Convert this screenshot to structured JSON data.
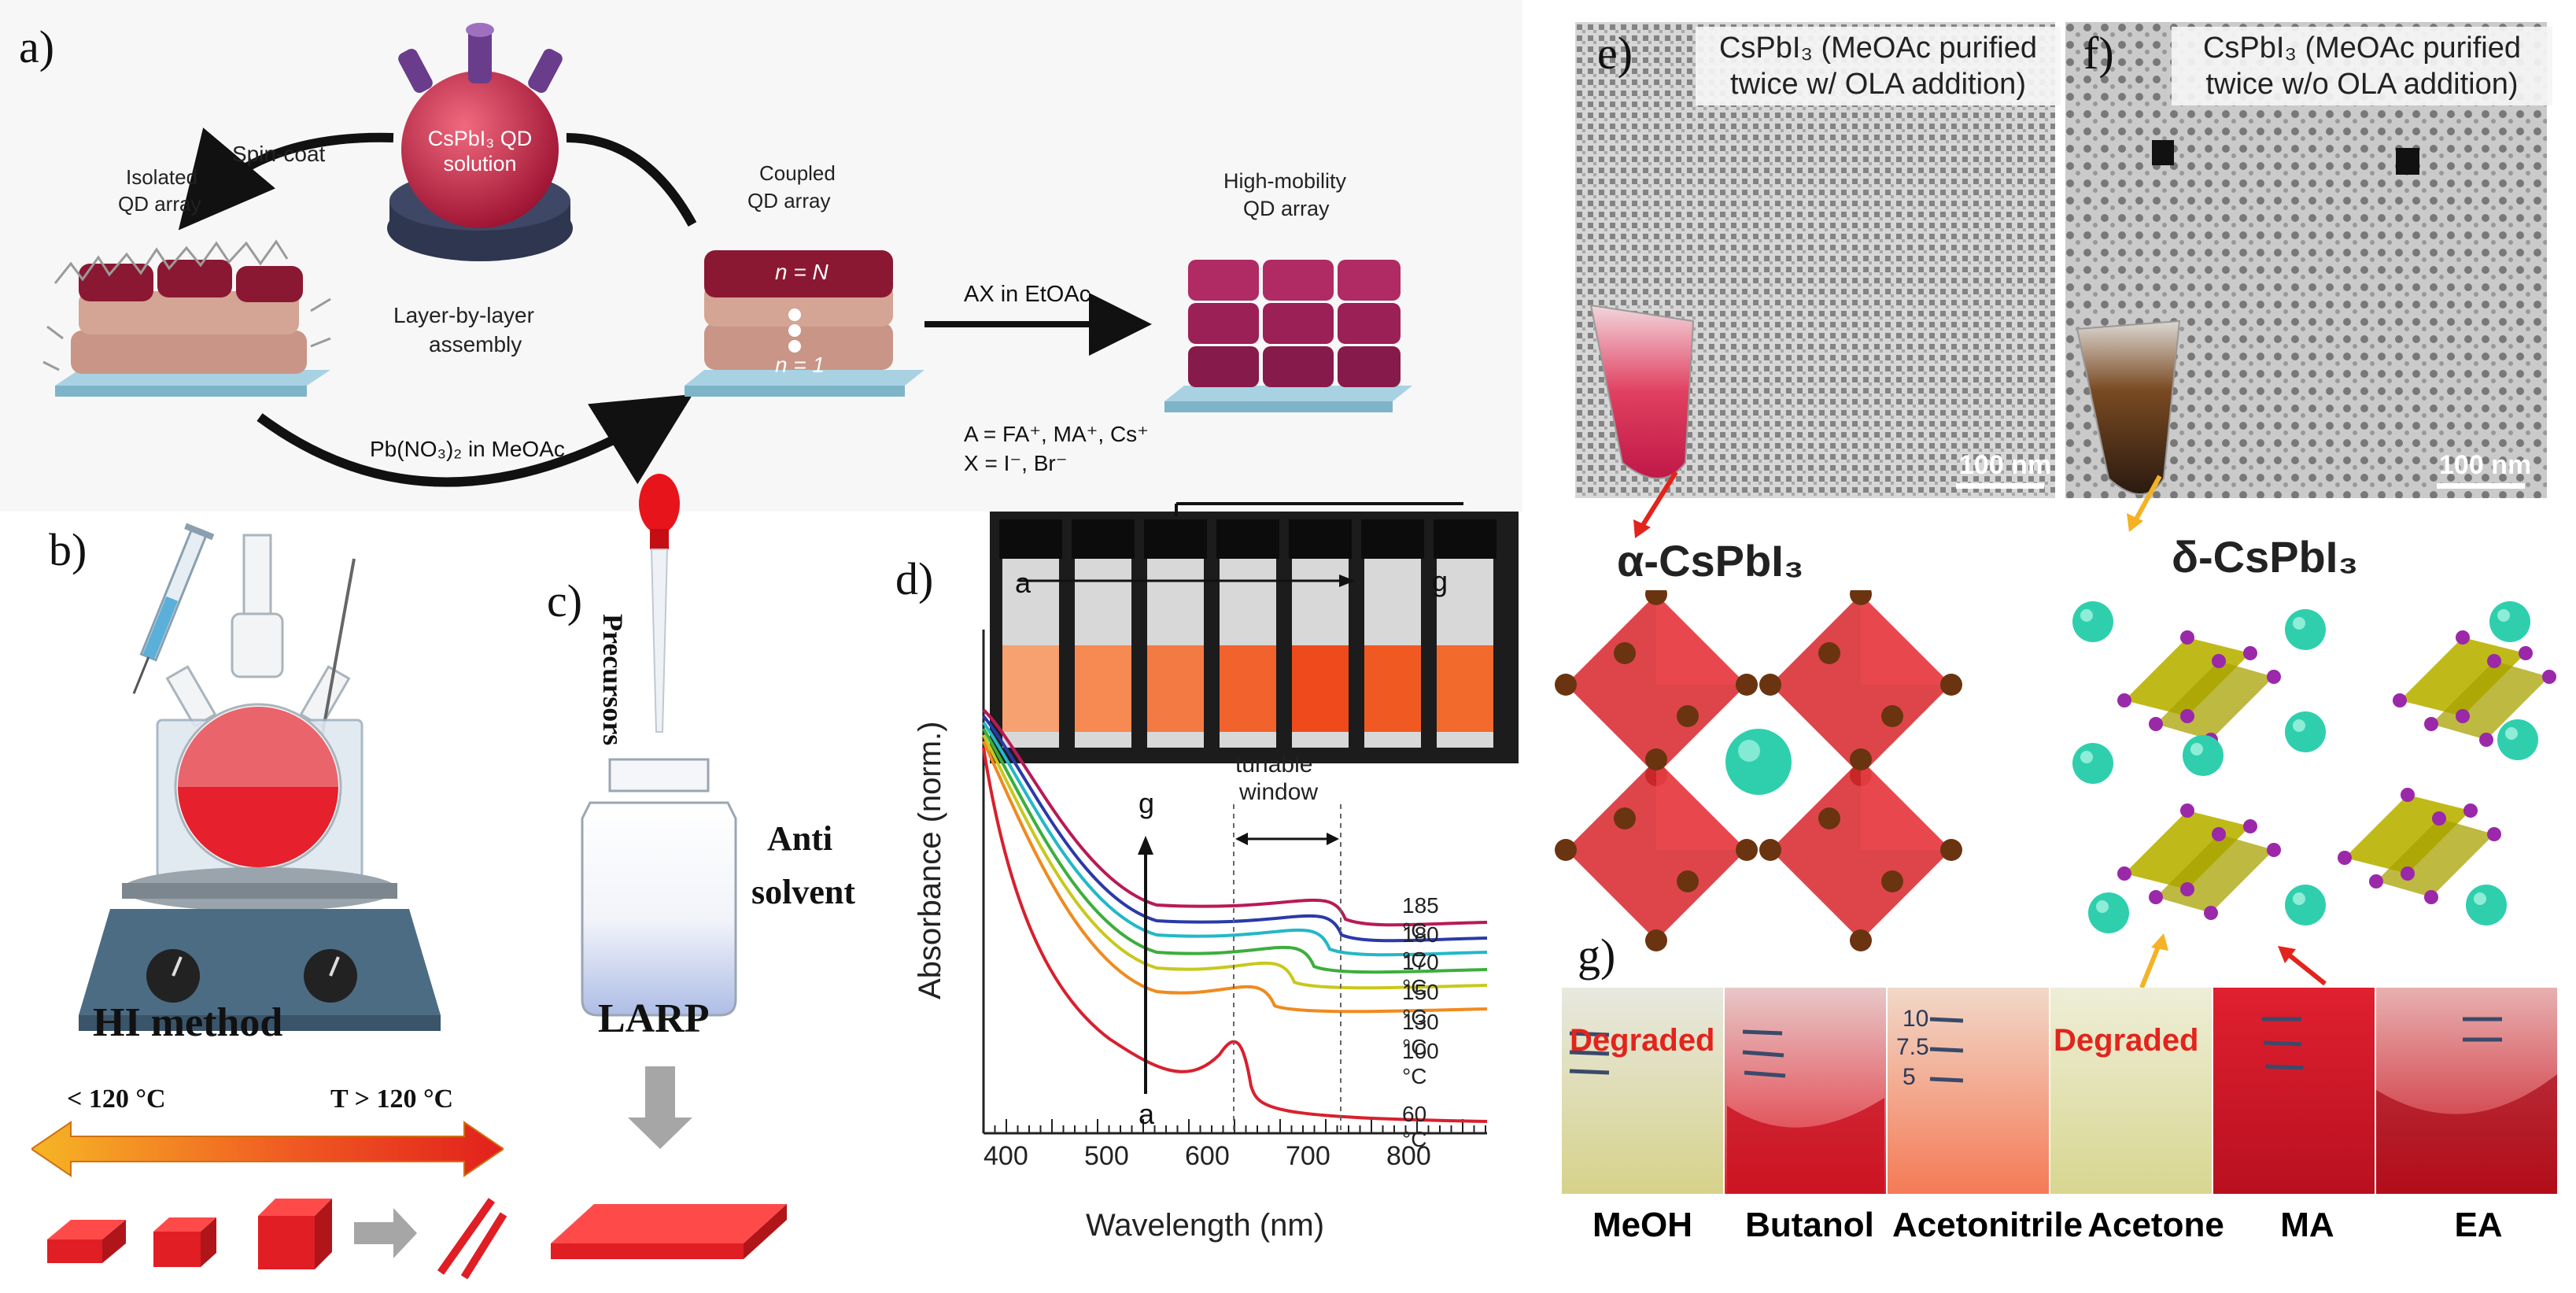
{
  "panels": {
    "a": {
      "letter": "a)",
      "flask_label": "CsPbI₃ QD solution",
      "spin_coat": "Spin-coat",
      "isolated_line1": "Isolated",
      "isolated_line2": "QD array",
      "layer_line1": "Layer-by-layer",
      "layer_line2": "assembly",
      "coupled_line1": "Coupled",
      "coupled_line2": "QD array",
      "n_top": "n = N",
      "n_bottom": "n = 1",
      "ax_label": "AX in EtOAc",
      "high_line1": "High-mobility",
      "high_line2": "QD array",
      "pbno3": "Pb(NO₃)₂ in MeOAc",
      "a_species": "A = FA⁺, MA⁺, Cs⁺",
      "x_species": "X = I⁻, Br⁻"
    },
    "b": {
      "letter": "b)",
      "method": "HI method",
      "temp_low": "< 120 °C",
      "temp_high": "T > 120 °C"
    },
    "c": {
      "letter": "c)",
      "precursors": "Precursors",
      "anti_line1": "Anti",
      "anti_line2": "solvent",
      "method": "LARP"
    },
    "d": {
      "letter": "d)",
      "ylabel": "Absorbance (norm.)",
      "xlabel": "Wavelength (nm)",
      "vial_start": "a",
      "vial_end": "g",
      "arrow_top": "g",
      "arrow_bottom": "a",
      "window_line1": "tunable",
      "window_line2": "window",
      "x_ticks": [
        "400",
        "500",
        "600",
        "700",
        "800"
      ],
      "temps": [
        "185 °C",
        "180 °C",
        "170 °C",
        "150 °C",
        "130 °C",
        "100 °C",
        "60 °C"
      ]
    },
    "e": {
      "letter": "e)",
      "caption_line1": "CsPbI₃ (MeOAc purified",
      "caption_line2": "twice w/ OLA addition)",
      "scale": "100 nm",
      "phase": "α-CsPbI₃"
    },
    "f": {
      "letter": "f)",
      "caption_line1": "CsPbI₃ (MeOAc purified",
      "caption_line2": "twice w/o OLA addition)",
      "scale": "100 nm",
      "phase": "δ-CsPbI₃"
    },
    "g": {
      "letter": "g)",
      "degraded": "Degraded",
      "tube_marks": [
        "10",
        "7.5",
        "5"
      ],
      "solvents": [
        "MeOH",
        "Butanol",
        "Acetonitrile",
        "Acetone",
        "MA",
        "EA"
      ]
    }
  },
  "colors": {
    "perovskite_red": "#e01e24",
    "qd_maroon": "#8b1832",
    "qd_pink": "#c99586",
    "teal_cs": "#2fcfae",
    "yellow_octa": "#b8b200",
    "arrow_red": "#e2241c",
    "arrow_yellow": "#f4b224"
  }
}
